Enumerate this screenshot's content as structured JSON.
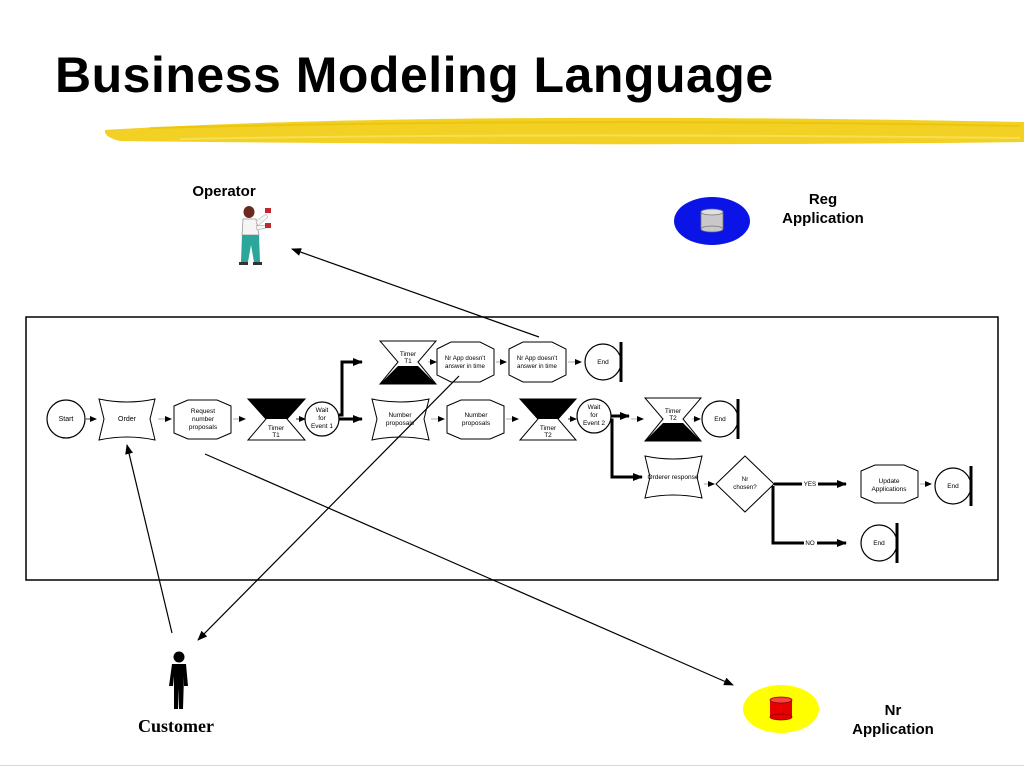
{
  "title": "Business Modeling Language",
  "actors": {
    "operator": "Operator",
    "customer": "Customer",
    "reg_app_line1": "Reg",
    "reg_app_line2": "Application",
    "nr_app_line1": "Nr",
    "nr_app_line2": "Application"
  },
  "colors": {
    "accent_underline": "#f2d024",
    "reg_app": "#0a14e6",
    "nr_app": "#ffff00",
    "nr_db": "#e60000"
  },
  "process": {
    "start": "Start",
    "order": "Order",
    "request_l1": "Request",
    "request_l2": "number",
    "request_l3": "proposals",
    "timer1_l1": "Timer",
    "timer1_l2": "T1",
    "wait1_l1": "Wait",
    "wait1_l2": "for",
    "wait1_l3": "Event 1",
    "numprop1_l1": "Number",
    "numprop1_l2": "proposals",
    "numprop2_l1": "Number",
    "numprop2_l2": "proposals",
    "timer2_l1": "Timer",
    "timer2_l2": "T2",
    "wait2_l1": "Wait",
    "wait2_l2": "for",
    "wait2_l3": "Event 2",
    "top_timer_l1": "Timer",
    "top_timer_l2": "T1",
    "noanswer1_l1": "Nr App doesn't",
    "noanswer1_l2": "answer in time",
    "noanswer2_l1": "Nr App doesn't",
    "noanswer2_l2": "answer in time",
    "end1": "End",
    "right_timer_l1": "Timer",
    "right_timer_l2": "T2",
    "end2": "End",
    "orderer_response": "Orderer response",
    "nr_chosen_l1": "Nr",
    "nr_chosen_l2": "chosen?",
    "yes": "YES",
    "no": "NO",
    "update_l1": "Update",
    "update_l2": "Applications",
    "end3": "End",
    "end4": "End"
  }
}
